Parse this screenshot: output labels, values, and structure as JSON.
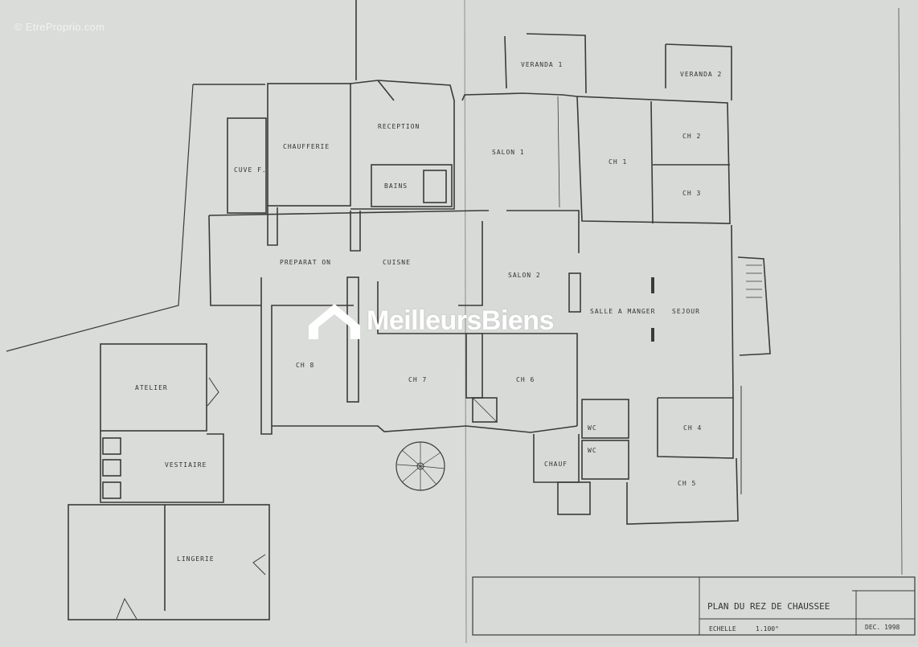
{
  "watermark": {
    "copyright": "© EtreProprio.com"
  },
  "brand": {
    "name": "MeilleursBiens",
    "icon": "house-logo-icon"
  },
  "rooms": {
    "veranda1": "VERANDA 1",
    "veranda2": "VERANDA 2",
    "chaufferie": "CHAUFFERIE",
    "cuve": "CUVE F.",
    "reception": "RECEPTION",
    "bains": "BAINS",
    "salon1": "SALON 1",
    "ch1": "CH 1",
    "ch2": "CH 2",
    "ch3": "CH 3",
    "preparation": "PREPARAT ON",
    "cuisine": "CUISNE",
    "salon2": "SALON 2",
    "salle_a_manger": "SALLE A MANGER",
    "sejour": "SEJOUR",
    "ch8": "CH 8",
    "ch7": "CH 7",
    "ch6": "CH 6",
    "atelier": "ATELIER",
    "vestiaire": "VESTIAIRE",
    "wc1": "WC",
    "wc2": "WC",
    "chauf": "CHAUF",
    "ch4": "CH 4",
    "ch5": "CH 5",
    "lingerie": "LINGERIE"
  },
  "title_block": {
    "title": "PLAN DU REZ DE CHAUSSEE",
    "scale_label": "ECHELLE",
    "scale_value": "1.100°",
    "date": "DEC. 1998"
  },
  "colors": {
    "paper": "#d9dcd9",
    "ink": "#3a3a3a",
    "brand": "#ffffff"
  }
}
